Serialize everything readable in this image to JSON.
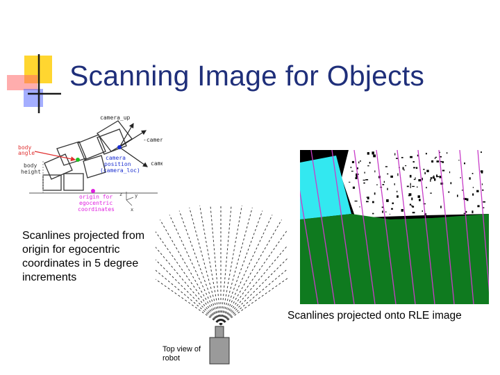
{
  "slide": {
    "title": "Scanning Image for Objects",
    "scanline_caption": "Scanlines projected from origin for egocentric coordinates in 5 degree increments",
    "robot_caption": "Top view of robot",
    "rle_caption": "Scanlines projected onto RLE image"
  },
  "diagram": {
    "camera_up": "camera_up",
    "camera_right": "-camera_right",
    "camera_dir": "camera_dir",
    "body_angle_1": "body",
    "body_angle_2": "angle",
    "body_height_1": "body",
    "body_height_2": "height",
    "camera_position_1": "camera",
    "camera_position_2": "position",
    "camera_position_3": "(camera_loc)",
    "origin_1": "origin for",
    "origin_2": "egocentric",
    "origin_3": "coordinates",
    "axis_z": "z",
    "axis_y": "y",
    "axis_x": "x"
  },
  "colors": {
    "title": "#1f2f7a",
    "rle_green": "#0f7a1f",
    "rle_cyan": "#33e8f0",
    "rle_black": "#000000",
    "scanline_magenta": "#c83cc8",
    "logo_yellow": "#ffd21a",
    "logo_red": "#ff5a5a",
    "logo_blue": "#5a6cff"
  }
}
